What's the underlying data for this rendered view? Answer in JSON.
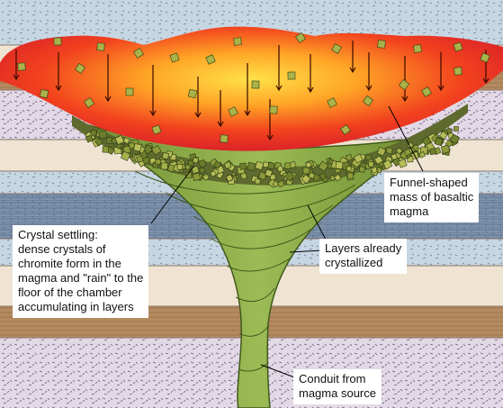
{
  "labels": {
    "funnel": "Funnel-shaped\nmass of basaltic\nmagma",
    "settling": "Crystal settling:\ndense crystals of\nchromite form in the\nmagma and \"rain\" to the\nfloor of the chamber\naccumulating in layers",
    "layers": "Layers already\ncrystallized",
    "conduit": "Conduit from\nmagma source"
  },
  "colors": {
    "magma_hot": "#ffd23a",
    "magma_mid": "#ff6a1c",
    "magma_edge": "#e8262a",
    "intrusion": "#8fae4a",
    "intrusion_dark": "#5e7f2c",
    "crystal": "#a9b34a",
    "arrow": "#3a0a00"
  }
}
